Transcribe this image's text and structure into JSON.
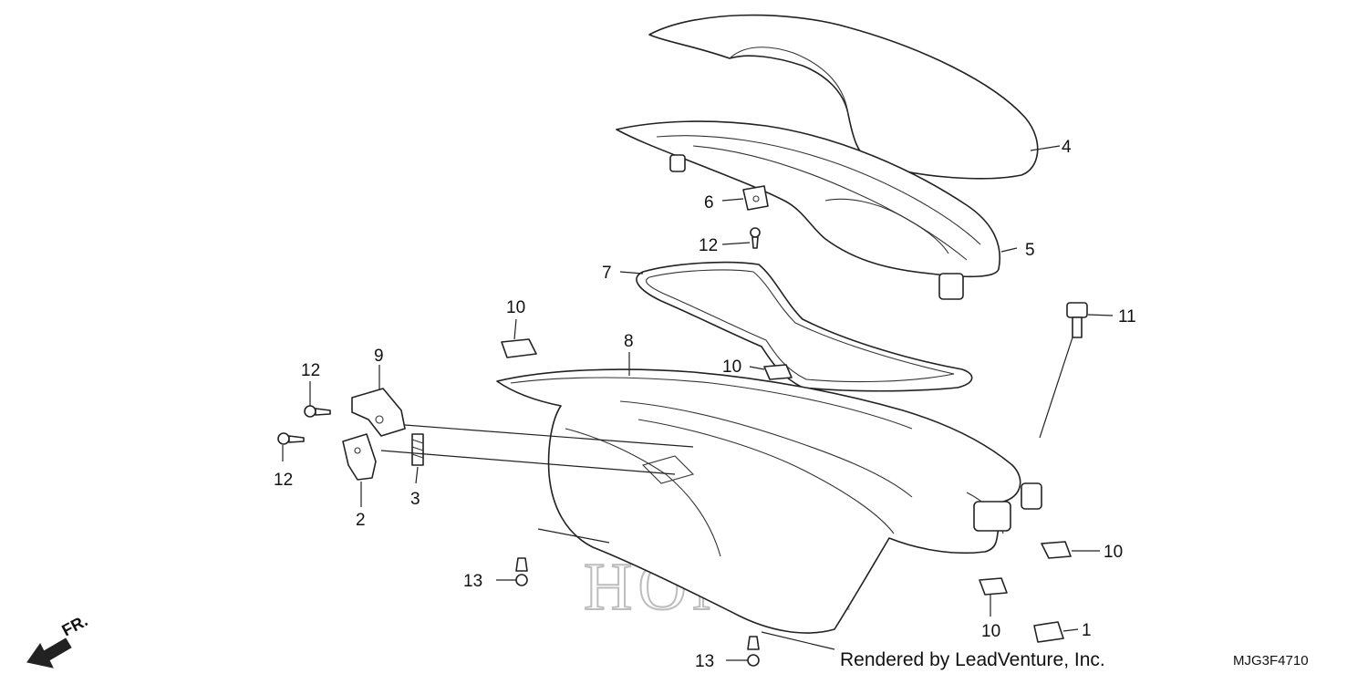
{
  "diagram": {
    "watermark": "HONDA",
    "credit": "Rendered by LeadVenture, Inc.",
    "diagram_code": "MJG3F4710",
    "direction_label": "FR.",
    "callouts": [
      {
        "id": "c4",
        "label": "4"
      },
      {
        "id": "c5",
        "label": "5"
      },
      {
        "id": "c6",
        "label": "6"
      },
      {
        "id": "c12a",
        "label": "12"
      },
      {
        "id": "c7",
        "label": "7"
      },
      {
        "id": "c10a",
        "label": "10"
      },
      {
        "id": "c11",
        "label": "11"
      },
      {
        "id": "c8",
        "label": "8"
      },
      {
        "id": "c10b",
        "label": "10"
      },
      {
        "id": "c12b",
        "label": "12"
      },
      {
        "id": "c9",
        "label": "9"
      },
      {
        "id": "c12c",
        "label": "12"
      },
      {
        "id": "c3",
        "label": "3"
      },
      {
        "id": "c2",
        "label": "2"
      },
      {
        "id": "c10c",
        "label": "10"
      },
      {
        "id": "c13a",
        "label": "13"
      },
      {
        "id": "c10d",
        "label": "10"
      },
      {
        "id": "c1",
        "label": "1"
      },
      {
        "id": "c13b",
        "label": "13"
      }
    ]
  }
}
